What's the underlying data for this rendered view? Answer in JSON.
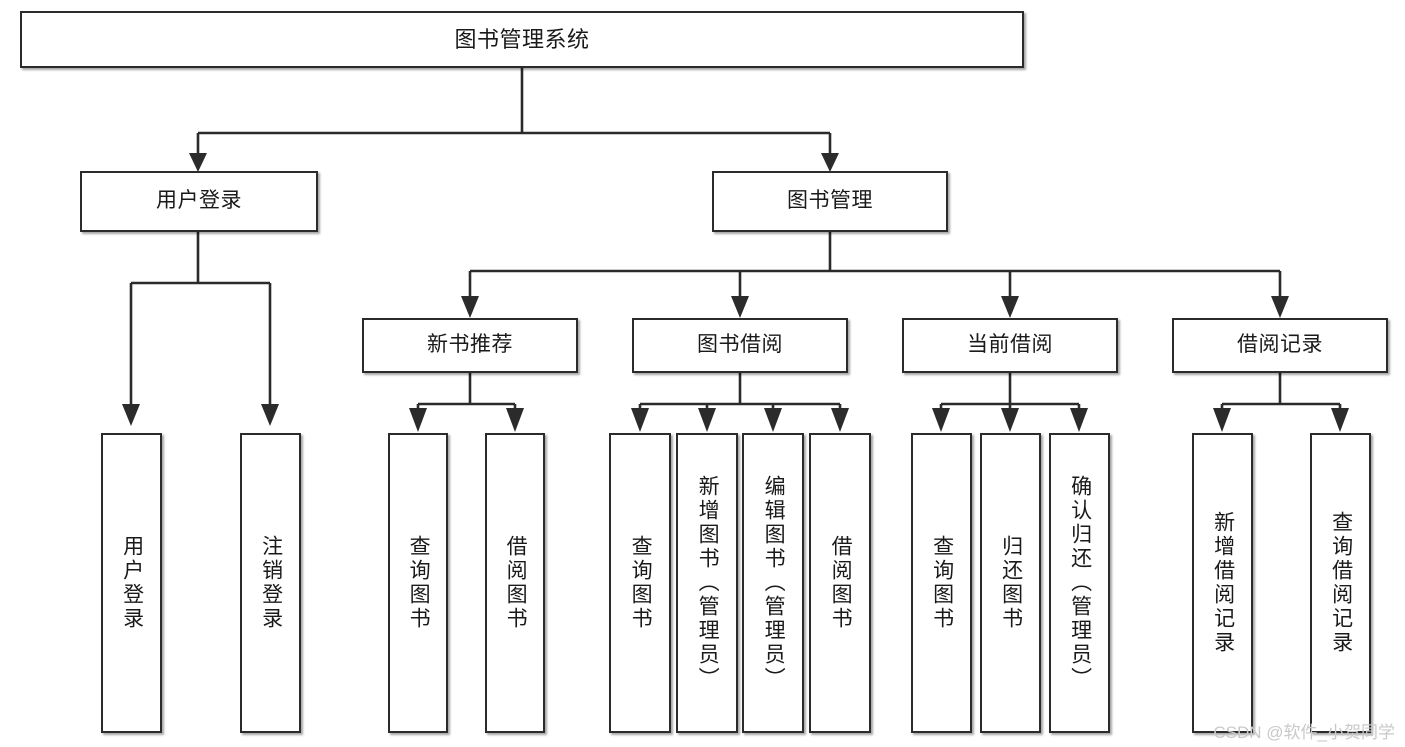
{
  "diagram": {
    "type": "tree",
    "title": "图书管理系统",
    "orientation": "top-down",
    "watermark": "CSDN @软件_小贺同学",
    "colors": {
      "box_border": "#2b2b2b",
      "box_fill": "#ffffff",
      "connector": "#2b2b2b",
      "text": "#1a1a1a",
      "watermark": "#c9c9c9",
      "background": "#ffffff"
    },
    "root": {
      "id": "root",
      "label": "图书管理系统"
    },
    "level2": [
      {
        "id": "user-login",
        "label": "用户登录"
      },
      {
        "id": "book-manage",
        "label": "图书管理"
      }
    ],
    "level3": [
      {
        "id": "new-book-rec",
        "label": "新书推荐",
        "parent": "book-manage"
      },
      {
        "id": "book-borrow",
        "label": "图书借阅",
        "parent": "book-manage"
      },
      {
        "id": "current-borrow",
        "label": "当前借阅",
        "parent": "book-manage"
      },
      {
        "id": "borrow-record",
        "label": "借阅记录",
        "parent": "book-manage"
      }
    ],
    "leaves": [
      {
        "id": "leaf-user-login",
        "label": "用户登录",
        "parent": "user-login"
      },
      {
        "id": "leaf-user-logout",
        "label": "注销登录",
        "parent": "user-login"
      },
      {
        "id": "leaf-rec-query",
        "label": "查询图书",
        "parent": "new-book-rec"
      },
      {
        "id": "leaf-rec-borrow",
        "label": "借阅图书",
        "parent": "new-book-rec"
      },
      {
        "id": "leaf-borrow-query",
        "label": "查询图书",
        "parent": "book-borrow"
      },
      {
        "id": "leaf-borrow-add",
        "label": "新增图书（管理员）",
        "parent": "book-borrow"
      },
      {
        "id": "leaf-borrow-edit",
        "label": "编辑图书（管理员）",
        "parent": "book-borrow"
      },
      {
        "id": "leaf-borrow-do",
        "label": "借阅图书",
        "parent": "book-borrow"
      },
      {
        "id": "leaf-current-query",
        "label": "查询图书",
        "parent": "current-borrow"
      },
      {
        "id": "leaf-current-return",
        "label": "归还图书",
        "parent": "current-borrow"
      },
      {
        "id": "leaf-current-confirm",
        "label": "确认归还（管理员）",
        "parent": "current-borrow"
      },
      {
        "id": "leaf-record-add",
        "label": "新增借阅记录",
        "parent": "borrow-record"
      },
      {
        "id": "leaf-record-query",
        "label": "查询借阅记录",
        "parent": "borrow-record"
      }
    ]
  }
}
